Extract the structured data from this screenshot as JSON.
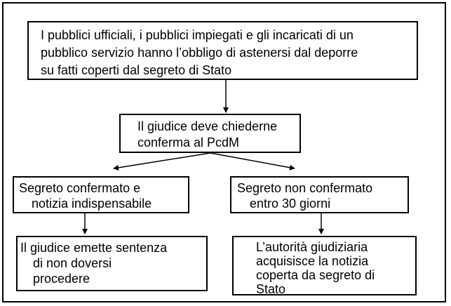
{
  "nodes": {
    "top": [
      "I pubblici ufficiali, i pubblici impiegati e gli incaricati di un",
      "pubblico servizio hanno l’obbligo di astenersi dal deporre",
      "su fatti coperti dal segreto di Stato"
    ],
    "middle": [
      "Il giudice deve chiederne",
      "conferma al PcdM"
    ],
    "left": [
      "Segreto confermato e",
      "notizia indispensabile"
    ],
    "right": [
      "Segreto non confermato",
      "entro 30 giorni"
    ],
    "bottom_left": [
      "Il giudice emette sentenza",
      "di non doversi",
      "procedere"
    ],
    "bottom_right": [
      "L’autorità giudiziaria",
      "acquisisce la notizia",
      "coperta da segreto di",
      "Stato"
    ]
  },
  "colors": {
    "line": "#000000",
    "background": "#ffffff"
  }
}
